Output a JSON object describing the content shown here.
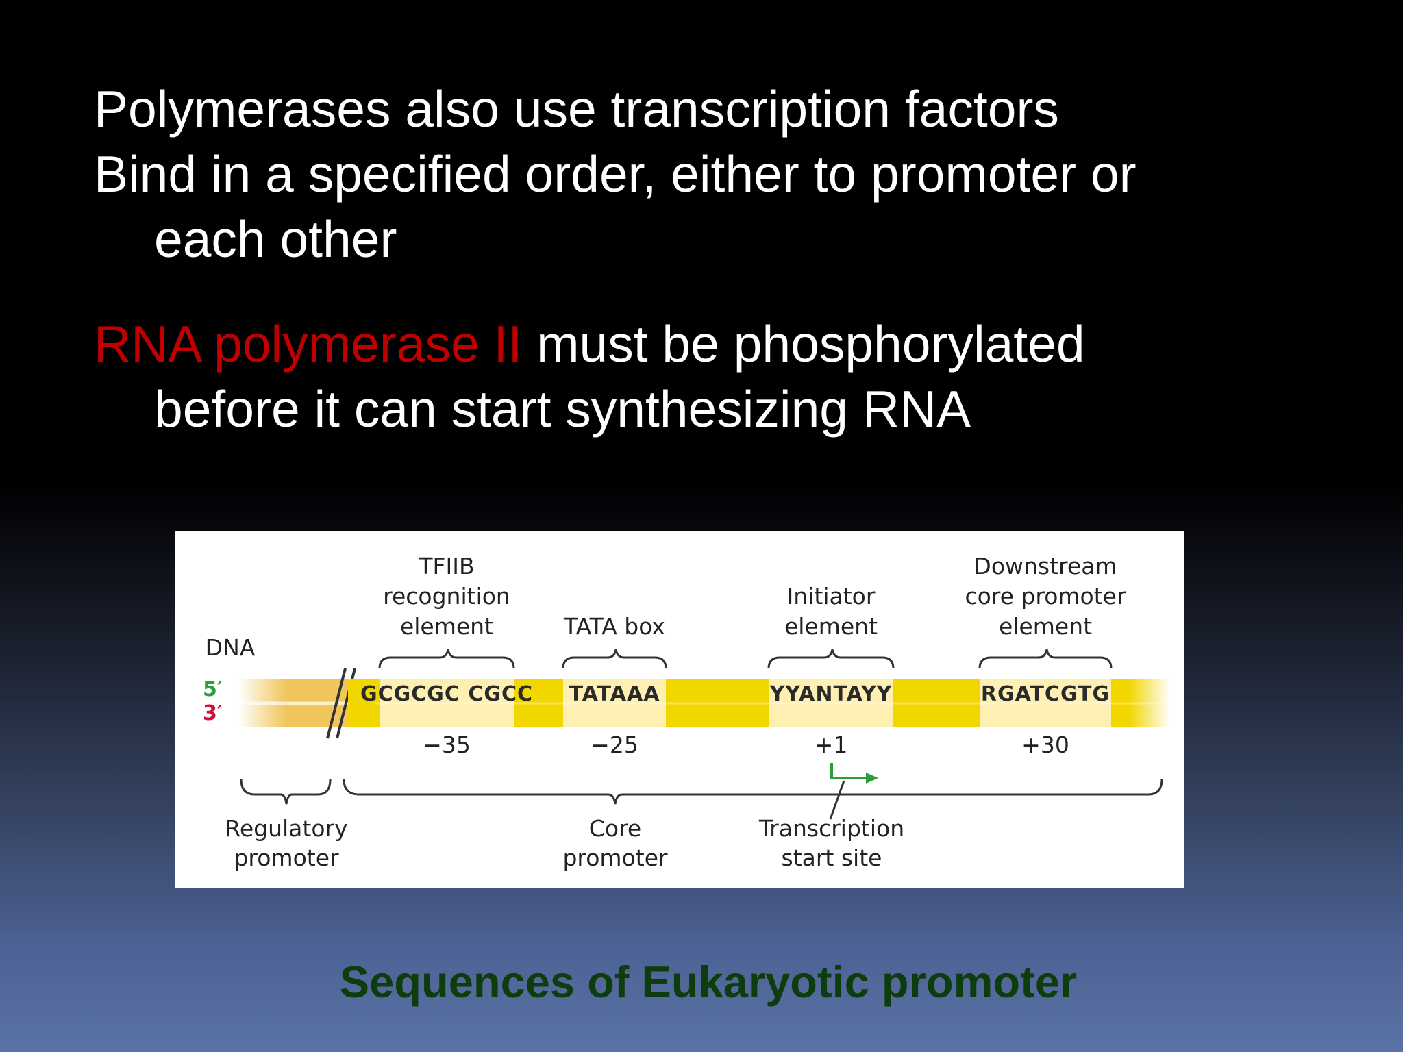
{
  "slide": {
    "bullets": {
      "line1": "Polymerases also use transcription factors",
      "line2": "Bind in a specified order, either to promoter or",
      "line3": "each other",
      "line4_red": "RNA polymerase II",
      "line4_rest": " must be phosphorylated",
      "line5": "before it can start synthesizing RNA"
    },
    "caption": "Sequences of Eukaryotic promoter"
  },
  "diagram": {
    "dna_label": "DNA",
    "strand_5": "5′",
    "strand_3": "3′",
    "elements": {
      "tfiib": {
        "line1": "TFIIB",
        "line2": "recognition",
        "line3": "element",
        "sequence": "GCGCGC CGCC",
        "position": "−35"
      },
      "tata": {
        "line1": "TATA box",
        "sequence": "TATAAA",
        "position": "−25"
      },
      "initiator": {
        "line1": "Initiator",
        "line2": "element",
        "sequence": "YYANTAYY",
        "position": "+1"
      },
      "downstream": {
        "line1": "Downstream",
        "line2": "core promoter",
        "line3": "element",
        "sequence": "RGATCGTG",
        "position": "+30"
      }
    },
    "regulatory": {
      "line1": "Regulatory",
      "line2": "promoter"
    },
    "core": {
      "line1": "Core",
      "line2": "promoter"
    },
    "tss": {
      "line1": "Transcription",
      "line2": "start site"
    },
    "colors": {
      "dna_bar": "#f2d600",
      "element_box": "#fdf0b2",
      "green": "#2e9d3c",
      "red": "#d0103a"
    }
  }
}
